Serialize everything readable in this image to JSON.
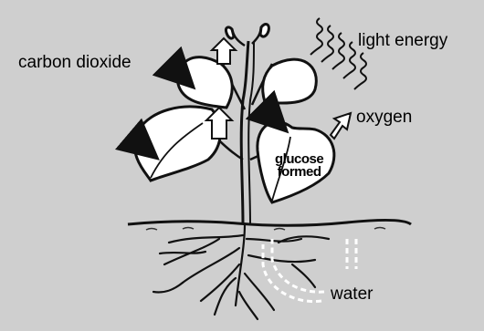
{
  "labels": {
    "carbon_dioxide": "carbon dioxide",
    "light_energy": "light energy",
    "oxygen": "oxygen",
    "glucose_line1": "glucose",
    "glucose_line2": "formed",
    "water": "water"
  },
  "colors": {
    "background": "#cfcfcf",
    "leaf_fill": "#ffffff",
    "ink": "#111111"
  }
}
